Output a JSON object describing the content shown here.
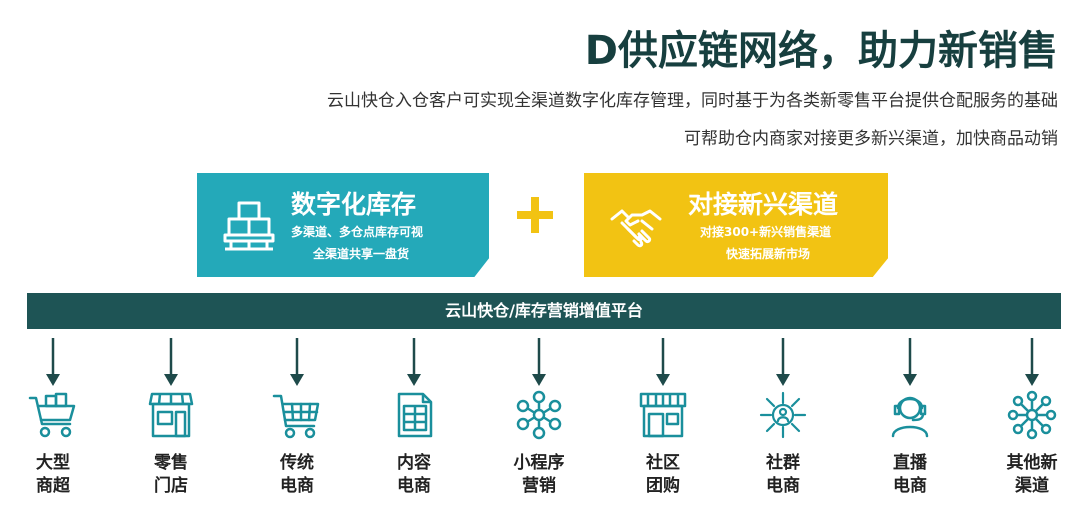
{
  "header": {
    "title": "D供应链网络，助力新销售",
    "subtitle_line1": "云山快仓入仓客户可实现全渠道数字化库存管理，同时基于为各类新零售平台提供仓配服务的基础",
    "subtitle_line2": "可帮助仓内商家对接更多新兴渠道，加快商品动销"
  },
  "cards": {
    "left": {
      "title": "数字化库存",
      "line1": "多渠道、多仓点库存可视",
      "line2": "全渠道共享一盘货",
      "color": "#24a9b9",
      "icon": "pallet-boxes-icon"
    },
    "plus_icon": "plus-icon",
    "right": {
      "title": "对接新兴渠道",
      "line1": "对接300+新兴销售渠道",
      "line2": "快速拓展新市场",
      "color": "#f2c313",
      "icon": "handshake-icon"
    }
  },
  "platform": {
    "label": "云山快仓/库存营销增值平台",
    "color": "#1e5455"
  },
  "channels": [
    {
      "line1": "大型",
      "line2": "商超",
      "icon": "shopping-cart-icon"
    },
    {
      "line1": "零售",
      "line2": "门店",
      "icon": "storefront-icon"
    },
    {
      "line1": "传统",
      "line2": "电商",
      "icon": "cart-icon"
    },
    {
      "line1": "内容",
      "line2": "电商",
      "icon": "document-icon"
    },
    {
      "line1": "小程序",
      "line2": "营销",
      "icon": "network-nodes-icon"
    },
    {
      "line1": "社区",
      "line2": "团购",
      "icon": "awning-shop-icon"
    },
    {
      "line1": "社群",
      "line2": "电商",
      "icon": "community-icon"
    },
    {
      "line1": "直播",
      "line2": "电商",
      "icon": "headset-host-icon"
    },
    {
      "line1": "其他新",
      "line2": "渠道",
      "icon": "hub-icon"
    }
  ],
  "accent_teal": "#1a8f9c",
  "arrow_color": "#1e4a4a"
}
